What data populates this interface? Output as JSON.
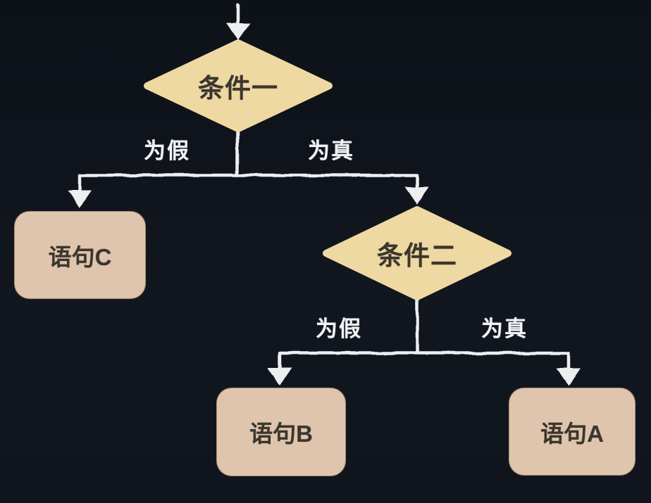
{
  "diagram": {
    "type": "flowchart",
    "colors": {
      "background": "#10151d",
      "decision_fill": "#efd9a2",
      "process_fill": "#e0c5ae",
      "connector": "#eceef0",
      "node_text": "#3b362e",
      "edge_label_text": "#f2f3f5"
    },
    "nodes": {
      "condition1": {
        "label": "条件一",
        "type": "decision"
      },
      "condition2": {
        "label": "条件二",
        "type": "decision"
      },
      "statement_c": {
        "label": "语句C",
        "type": "process"
      },
      "statement_b": {
        "label": "语句B",
        "type": "process"
      },
      "statement_a": {
        "label": "语句A",
        "type": "process"
      }
    },
    "edge_labels": {
      "condition1_false": "为假",
      "condition1_true": "为真",
      "condition2_false": "为假",
      "condition2_true": "为真"
    }
  }
}
